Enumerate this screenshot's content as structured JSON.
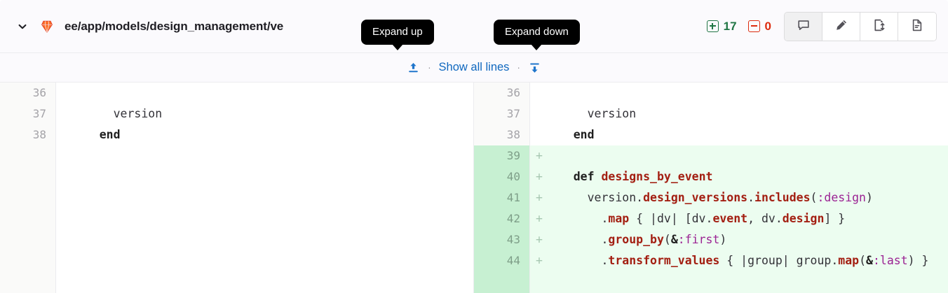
{
  "header": {
    "collapse_icon": "chevron-down-icon",
    "file_type_icon": "ruby-gem-icon",
    "file_path": "ee/app/models/design_management/ve",
    "stats": {
      "added_icon": "plus-square-icon",
      "added_count": "17",
      "removed_icon": "minus-square-icon",
      "removed_count": "0",
      "added_color": "#217645",
      "removed_color": "#dd2b0e"
    },
    "actions": [
      {
        "name": "comment-icon",
        "label": "Comment on this file",
        "active": true
      },
      {
        "name": "pencil-icon",
        "label": "Edit in single-file editor",
        "active": false
      },
      {
        "name": "file-compare-icon",
        "label": "Toggle file comparison",
        "active": false
      },
      {
        "name": "document-icon",
        "label": "View file",
        "active": false
      }
    ]
  },
  "tooltips": {
    "expand_up": "Expand up",
    "expand_down": "Expand down"
  },
  "expand_row": {
    "up_icon": "expand-up-icon",
    "separator": "·",
    "show_all_label": "Show all lines",
    "down_icon": "expand-down-icon",
    "link_color": "#1068bf"
  },
  "diff": {
    "left": {
      "lines": [
        {
          "num": "36",
          "type": "context",
          "tokens": []
        },
        {
          "num": "37",
          "type": "context",
          "tokens": [
            {
              "t": "      version",
              "c": "pl"
            }
          ]
        },
        {
          "num": "38",
          "type": "context",
          "tokens": [
            {
              "t": "    ",
              "c": "pl"
            },
            {
              "t": "end",
              "c": "kw"
            }
          ]
        }
      ]
    },
    "right": {
      "lines": [
        {
          "num": "36",
          "type": "context",
          "marker": "",
          "tokens": []
        },
        {
          "num": "37",
          "type": "context",
          "marker": "",
          "tokens": [
            {
              "t": "      version",
              "c": "pl"
            }
          ]
        },
        {
          "num": "38",
          "type": "context",
          "marker": "",
          "tokens": [
            {
              "t": "    ",
              "c": "pl"
            },
            {
              "t": "end",
              "c": "kw"
            }
          ]
        },
        {
          "num": "39",
          "type": "added",
          "marker": "+",
          "tokens": []
        },
        {
          "num": "40",
          "type": "added",
          "marker": "+",
          "tokens": [
            {
              "t": "    ",
              "c": "pl"
            },
            {
              "t": "def",
              "c": "kw"
            },
            {
              "t": " ",
              "c": "pl"
            },
            {
              "t": "designs_by_event",
              "c": "fn"
            }
          ]
        },
        {
          "num": "41",
          "type": "added",
          "marker": "+",
          "tokens": [
            {
              "t": "      version.",
              "c": "pl"
            },
            {
              "t": "design_versions",
              "c": "fn"
            },
            {
              "t": ".",
              "c": "pl"
            },
            {
              "t": "includes",
              "c": "fn"
            },
            {
              "t": "(",
              "c": "pl"
            },
            {
              "t": ":design",
              "c": "sym"
            },
            {
              "t": ")",
              "c": "pl"
            }
          ]
        },
        {
          "num": "42",
          "type": "added",
          "marker": "+",
          "tokens": [
            {
              "t": "        .",
              "c": "pl"
            },
            {
              "t": "map",
              "c": "fn"
            },
            {
              "t": " { |dv| [dv.",
              "c": "pl"
            },
            {
              "t": "event",
              "c": "fn"
            },
            {
              "t": ", dv.",
              "c": "pl"
            },
            {
              "t": "design",
              "c": "fn"
            },
            {
              "t": "] }",
              "c": "pl"
            }
          ]
        },
        {
          "num": "43",
          "type": "added",
          "marker": "+",
          "tokens": [
            {
              "t": "        .",
              "c": "pl"
            },
            {
              "t": "group_by",
              "c": "fn"
            },
            {
              "t": "(",
              "c": "pl"
            },
            {
              "t": "&",
              "c": "amp"
            },
            {
              "t": ":first",
              "c": "sym"
            },
            {
              "t": ")",
              "c": "pl"
            }
          ]
        },
        {
          "num": "44",
          "type": "added",
          "marker": "+",
          "wrapped": true,
          "tokens": [
            {
              "t": "        .",
              "c": "pl"
            },
            {
              "t": "transform_values",
              "c": "fn"
            },
            {
              "t": " { |group| group.",
              "c": "pl"
            },
            {
              "t": "map",
              "c": "fn"
            },
            {
              "t": "(",
              "c": "pl"
            },
            {
              "t": "&",
              "c": "amp"
            },
            {
              "t": ":last",
              "c": "sym"
            },
            {
              "t": ") }",
              "c": "pl"
            }
          ]
        }
      ]
    }
  }
}
